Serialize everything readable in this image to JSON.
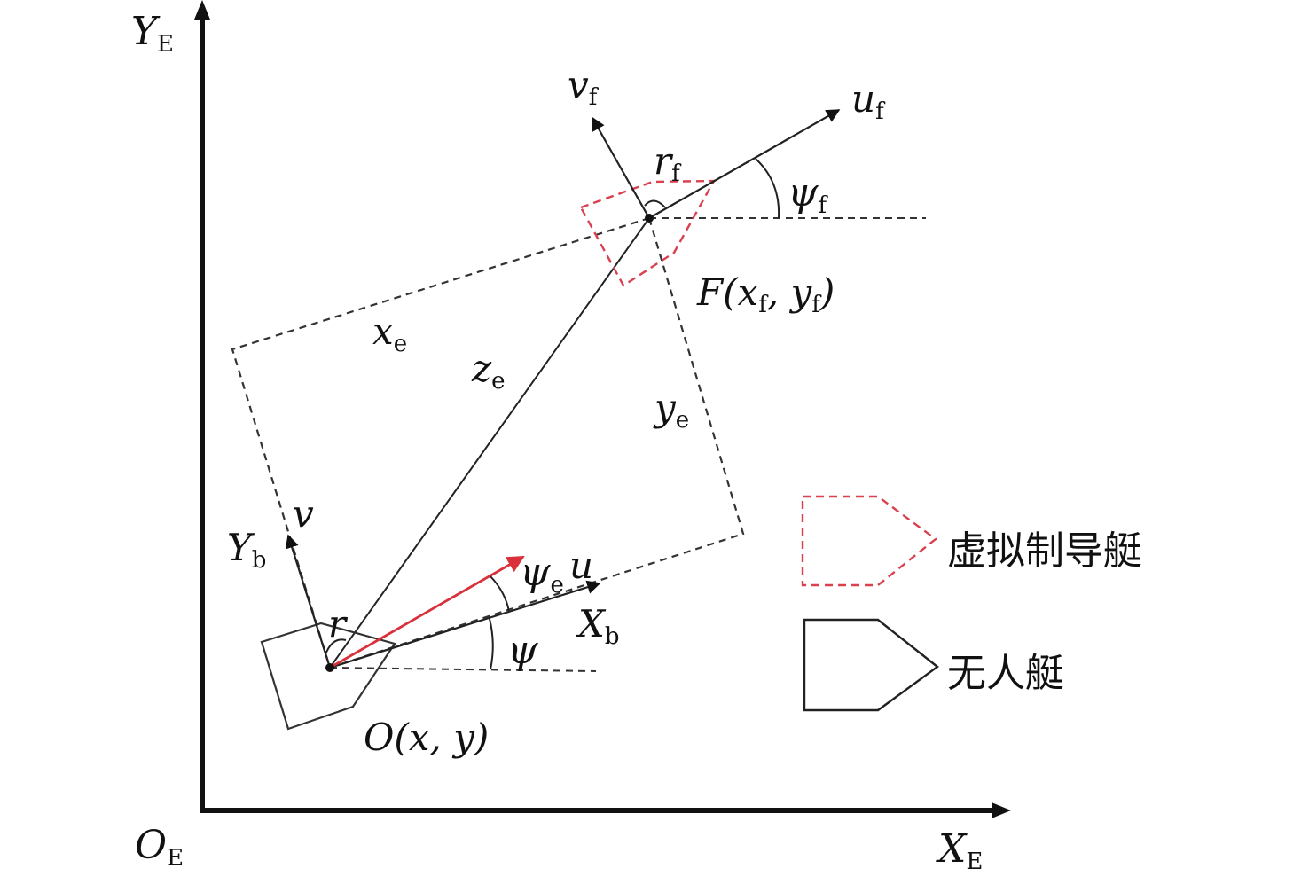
{
  "axes": {
    "y_axis": {
      "main": "Y",
      "sub": "E"
    },
    "x_axis": {
      "main": "X",
      "sub": "E"
    },
    "origin": {
      "main": "O",
      "sub": "E"
    }
  },
  "vessel_labels": {
    "position": "O(x, y)",
    "surge": "u",
    "sway": "v",
    "yaw_rate": "r",
    "heading": "ψ",
    "heading_error": {
      "main": "ψ",
      "sub": "e"
    },
    "body_x": {
      "main": "X",
      "sub": "b"
    },
    "body_y": {
      "main": "Y",
      "sub": "b"
    }
  },
  "virtual_labels": {
    "position": {
      "pre": "F(x",
      "sub1": "f",
      "mid": ", y",
      "sub2": "f",
      "post": ")"
    },
    "surge": {
      "main": "u",
      "sub": "f"
    },
    "sway": {
      "main": "v",
      "sub": "f"
    },
    "yaw_rate": {
      "main": "r",
      "sub": "f"
    },
    "heading": {
      "main": "ψ",
      "sub": "f"
    }
  },
  "errors": {
    "x": {
      "main": "x",
      "sub": "e"
    },
    "y": {
      "main": "y",
      "sub": "e"
    },
    "z": {
      "main": "z",
      "sub": "e"
    }
  },
  "legend": {
    "virtual": "虚拟制导艇",
    "usv": "无人艇"
  },
  "colors": {
    "line": "#111111",
    "virtual": "#d9414f",
    "error_vector": "#d9303a"
  }
}
